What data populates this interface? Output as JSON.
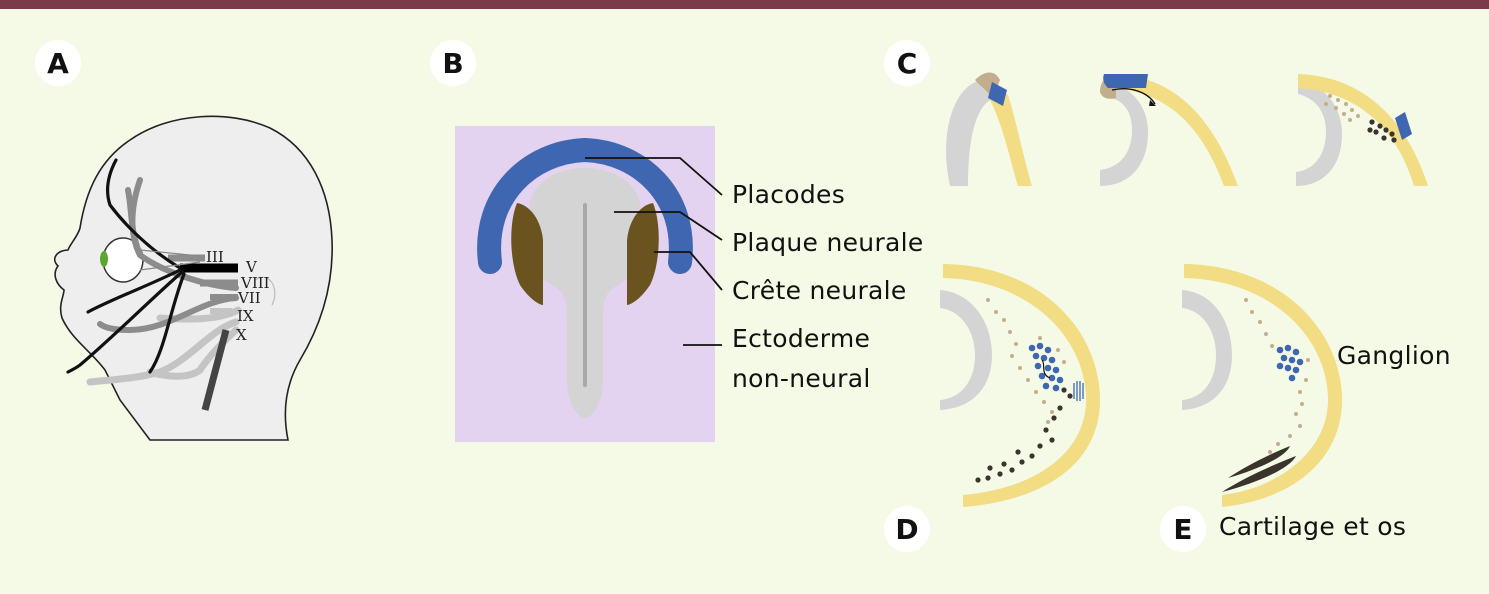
{
  "colors": {
    "background": "#f5fae6",
    "top_bar": "#7a3a47",
    "placodes": "#3f67b1",
    "neural_plate": "#d4d4d4",
    "neural_crest": "#6b5320",
    "ectoderm_bg": "#e3d2f0",
    "epidermis": "#f2dc84"
  },
  "panels": {
    "a": {
      "letter": "A"
    },
    "b": {
      "letter": "B"
    },
    "c": {
      "letter": "C"
    },
    "d": {
      "letter": "D"
    },
    "e": {
      "letter": "E"
    }
  },
  "nerves": {
    "iii": "III",
    "v": "V",
    "viii": "VIII",
    "vii": "VII",
    "ix": "IX",
    "x": "X"
  },
  "labels": {
    "placodes": "Placodes",
    "plaque_neurale": "Plaque neurale",
    "crete_neurale": "Crête neurale",
    "ectoderme_line1": "Ectoderme",
    "ectoderme_line2": "non-neural",
    "ganglion": "Ganglion",
    "cartilage": "Cartilage et os"
  }
}
